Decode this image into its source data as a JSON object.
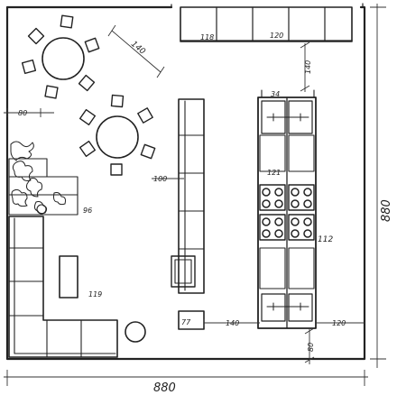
{
  "overall": {
    "width_label": "880",
    "height_label": "880"
  },
  "dimensions": {
    "diag_140": "140",
    "top_118": "118",
    "top_120": "120",
    "left_80": "80",
    "right_34": "34",
    "right_140": "140",
    "counter_100": "100",
    "left_96": "96",
    "range_121": "121",
    "range_112": "112",
    "block_119": "119",
    "bottom_77": "77",
    "bottom_140": "140",
    "bottom_120": "120",
    "bottom_80": "80"
  }
}
